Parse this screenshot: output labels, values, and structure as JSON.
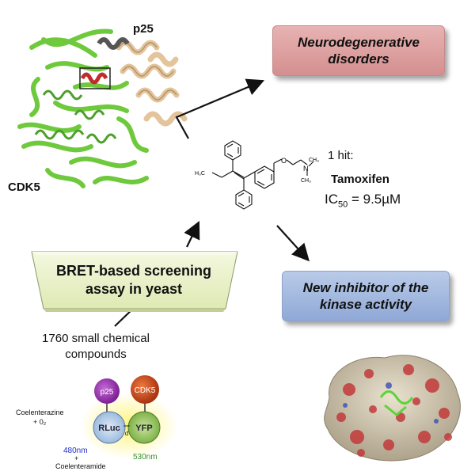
{
  "labels": {
    "p25": "p25",
    "cdk5": "CDK5",
    "hit_count": "1 hit:",
    "drug_name": "Tamoxifen",
    "ic50_prefix": "IC",
    "ic50_sub": "50",
    "ic50_value": " = 9.5µM",
    "compounds": "1760 small chemical compounds"
  },
  "boxes": {
    "neuro": "Neurodegenerative disorders",
    "inhibitor": "New inhibitor of the kinase activity",
    "bret": "BRET-based screening assay in yeast"
  },
  "assay": {
    "p25": "p25",
    "cdk5": "CDK5",
    "rluc": "RLuc",
    "yfp": "YFP",
    "d": "d",
    "substrate_line1": "Coelenterazine",
    "substrate_line2": "+ 0₂",
    "wavelength_rluc": "480nm",
    "plus": "+",
    "product": "Coelenteramide",
    "wavelength_yfp": "530nm"
  },
  "molecule": {
    "atom_o": "O",
    "atom_n": "N",
    "ch3_top": "CH₃",
    "ch3_bottom": "CH₃",
    "ch3_left": "H₃C"
  },
  "colors": {
    "helix_green": "#6fc93c",
    "helix_tan": "#e3c49b",
    "helix_red": "#c22b2b",
    "neuro_box": "#dea1a1",
    "inhibitor_box": "#a7bde2",
    "bret_box": "#e9f1c6",
    "p25_circle": "#9b2fb0",
    "cdk5_circle": "#d14a1f",
    "rluc_circle": "#a9c7e8",
    "yfp_circle": "#9ec75a",
    "blue_text": "#1f2fc8",
    "green_text": "#3b8f2a"
  }
}
